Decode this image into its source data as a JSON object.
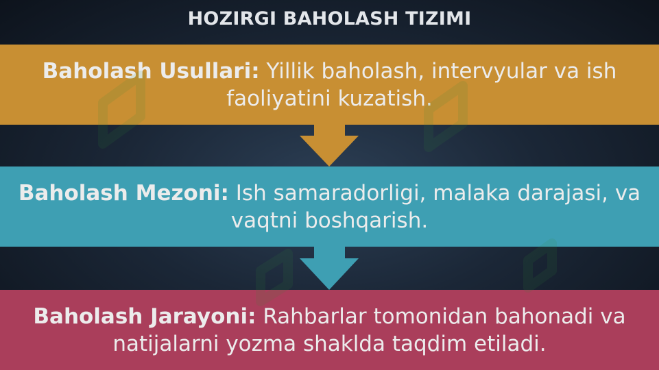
{
  "title": "HOZIRGI BAHOLASH TIZIMI",
  "steps": [
    {
      "label": "Baholash Usullari:",
      "text": " Yillik baholash, intervyular va ish faoliyatini kuzatish.",
      "color": "#c88f33"
    },
    {
      "label": "Baholash Mezoni:",
      "text": " Ish samaradorligi, malaka darajasi, va vaqtni boshqarish.",
      "color": "#3e9fb3"
    },
    {
      "label": "Baholash Jarayoni:",
      "text": " Rahbarlar tomonidan bahonadi va natijalarni yozma shaklda taqdim etiladi.",
      "color": "#aa3e5b"
    }
  ],
  "colors": {
    "background": "#1b2737",
    "title_text": "#e3e6ea",
    "band_text": "#ececec",
    "watermark": "#2f8f3a"
  }
}
